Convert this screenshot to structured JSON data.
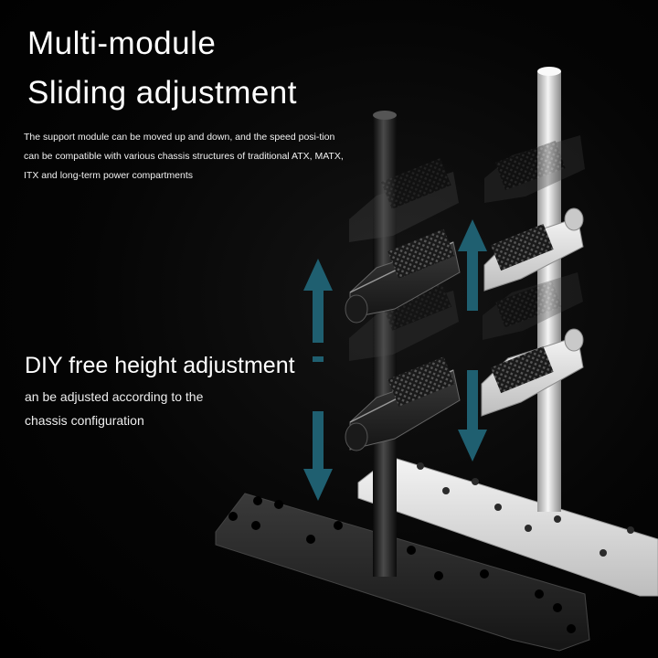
{
  "heading": {
    "line1": "Multi-module",
    "line2": "Sliding adjustment"
  },
  "description": "The support module can be moved up and down, and the speed posi-tion can be compatible with various chassis structures of traditional ATX, MATX, ITX and long-term power compartments",
  "feature": {
    "title": "DIY free height adjustment",
    "line1": "an be adjusted according to the",
    "line2": "chassis configuration"
  },
  "colors": {
    "arrow": "#1f5f70",
    "black_finish": "#1c1c1c",
    "silver_finish": "#d9d9d9"
  }
}
